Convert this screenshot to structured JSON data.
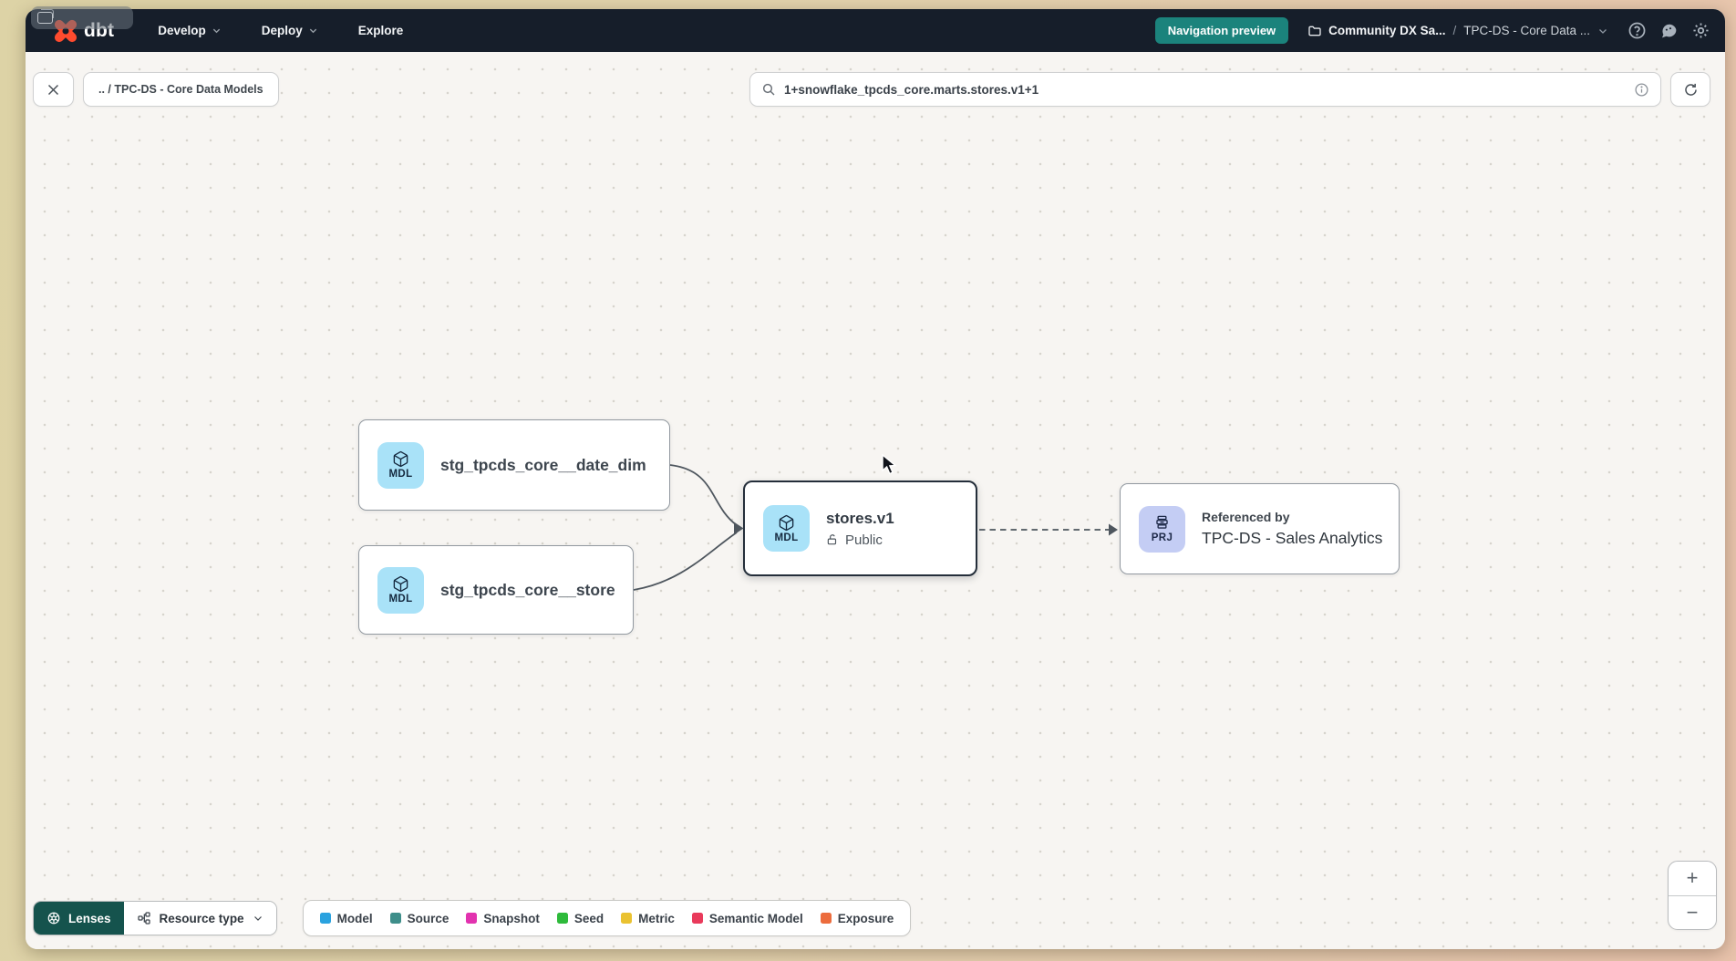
{
  "navbar": {
    "logo": "dbt",
    "menu_develop": "Develop",
    "menu_deploy": "Deploy",
    "menu_explore": "Explore",
    "preview_badge": "Navigation preview",
    "project": "Community DX Sa...",
    "breadcrumb_separator": "/",
    "section": "TPC-DS - Core Data ..."
  },
  "toolbar": {
    "breadcrumb": ".. / TPC-DS - Core Data Models",
    "search_value": "1+snowflake_tpcds_core.marts.stores.v1+1"
  },
  "graph": {
    "nodes": {
      "date_dim": {
        "badge": "MDL",
        "label": "stg_tpcds_core__date_dim"
      },
      "store": {
        "badge": "MDL",
        "label": "stg_tpcds_core__store"
      },
      "stores_v1": {
        "badge": "MDL",
        "label": "stores.v1",
        "access": "Public"
      },
      "referenced": {
        "badge": "PRJ",
        "kicker": "Referenced by",
        "label": "TPC-DS - Sales Analytics"
      }
    }
  },
  "footer": {
    "lenses": "Lenses",
    "resource_type": "Resource type",
    "legend": [
      {
        "label": "Model",
        "color": "#2aa2df"
      },
      {
        "label": "Source",
        "color": "#3e8e8a"
      },
      {
        "label": "Snapshot",
        "color": "#e232af"
      },
      {
        "label": "Seed",
        "color": "#2eba3b"
      },
      {
        "label": "Metric",
        "color": "#eac231"
      },
      {
        "label": "Semantic Model",
        "color": "#e93a5b"
      },
      {
        "label": "Exposure",
        "color": "#ec6c3d"
      }
    ],
    "zoom_in": "+",
    "zoom_out": "−"
  },
  "colors": {
    "accent_teal": "#1b837c",
    "lenses_teal": "#15534d",
    "brand_orange": "#ff4b2e",
    "model_badge_bg": "#a9e2f8",
    "project_badge_bg": "#c4cdf4",
    "navbar_bg": "#161e2a"
  }
}
